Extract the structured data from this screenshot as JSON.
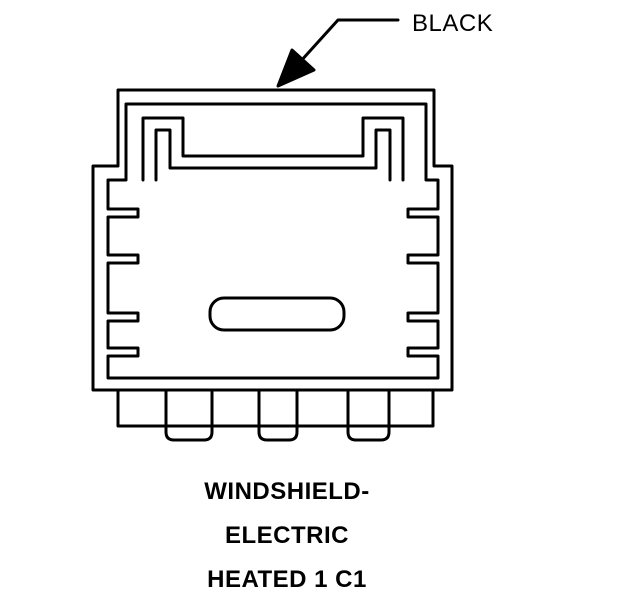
{
  "callout": {
    "label": "BLACK"
  },
  "caption": {
    "line1": "WINDSHIELD-",
    "line2": "ELECTRIC",
    "line3": "HEATED 1 C1"
  }
}
